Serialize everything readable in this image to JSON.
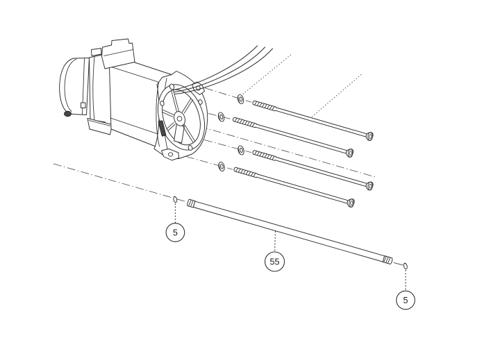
{
  "diagram": {
    "type": "exploded-parts-diagram",
    "background_color": "#ffffff",
    "line_color": "#2b2b2b",
    "callouts": [
      {
        "label": "5",
        "points_to": "retaining-clip-left"
      },
      {
        "label": "55",
        "points_to": "tie-rod"
      },
      {
        "label": "5",
        "points_to": "retaining-clip-right"
      }
    ],
    "parts": [
      {
        "name": "motor-assembly",
        "count": 1
      },
      {
        "name": "motor-lead-wire",
        "count": 3
      },
      {
        "name": "flat-washer",
        "count": 4
      },
      {
        "name": "through-bolt",
        "count": 4
      },
      {
        "name": "tie-rod",
        "count": 1
      },
      {
        "name": "retaining-clip",
        "count": 2
      }
    ]
  }
}
